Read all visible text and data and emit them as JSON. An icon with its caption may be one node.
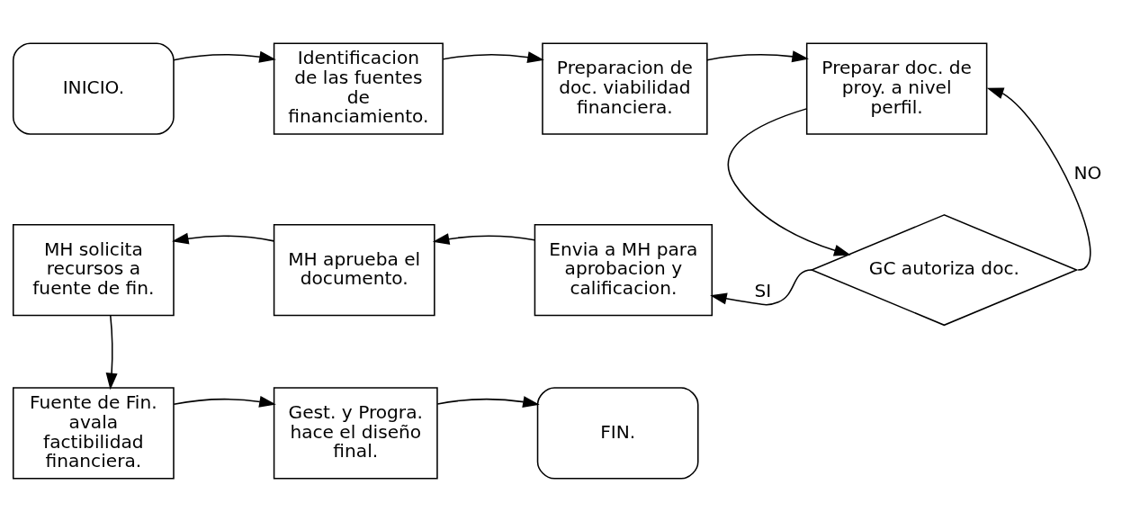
{
  "diagram": {
    "nodes": [
      {
        "text": [
          "INICIO."
        ]
      },
      {
        "text": [
          "Identificacion de las fuentes de financiamiento."
        ]
      },
      {
        "text": [
          "Preparacion de doc. viabilidad financiera."
        ]
      },
      {
        "text": [
          "Preparar doc. de proy. a nivel perfil."
        ]
      },
      {
        "text": [
          "GC autoriza doc."
        ]
      },
      {
        "text": [
          "Envia a MH para aprobacion y calificacion."
        ]
      },
      {
        "text": [
          "MH aprueba el documento."
        ]
      },
      {
        "text": [
          "MH solicita recursos a fuente de fin."
        ]
      },
      {
        "text": [
          "Fuente de Fin. avala factibilidad financiera."
        ]
      },
      {
        "text": [
          "Gest. y Progra. hace el diseño final."
        ]
      },
      {
        "text": [
          "FIN."
        ]
      }
    ],
    "edges": [
      {
        "from": 0,
        "to": 1,
        "arrow": "to"
      },
      {
        "from": 1,
        "to": 2,
        "arrow": "to"
      },
      {
        "from": 2,
        "to": 3,
        "arrow": "to"
      },
      {
        "from": 3,
        "to": 4,
        "arrow": "to"
      },
      {
        "from": 4,
        "to": 5,
        "arrow": "to",
        "label": "SI"
      },
      {
        "from": 4,
        "to": 3,
        "arrow": "to",
        "label": "NO"
      },
      {
        "from": 5,
        "to": 6,
        "arrow": "to"
      },
      {
        "from": 6,
        "to": 7,
        "arrow": "to"
      },
      {
        "from": 7,
        "to": 8,
        "arrow": "to"
      },
      {
        "from": 8,
        "to": 9,
        "arrow": "to"
      },
      {
        "from": 9,
        "to": 10,
        "arrow": "to"
      }
    ]
  }
}
